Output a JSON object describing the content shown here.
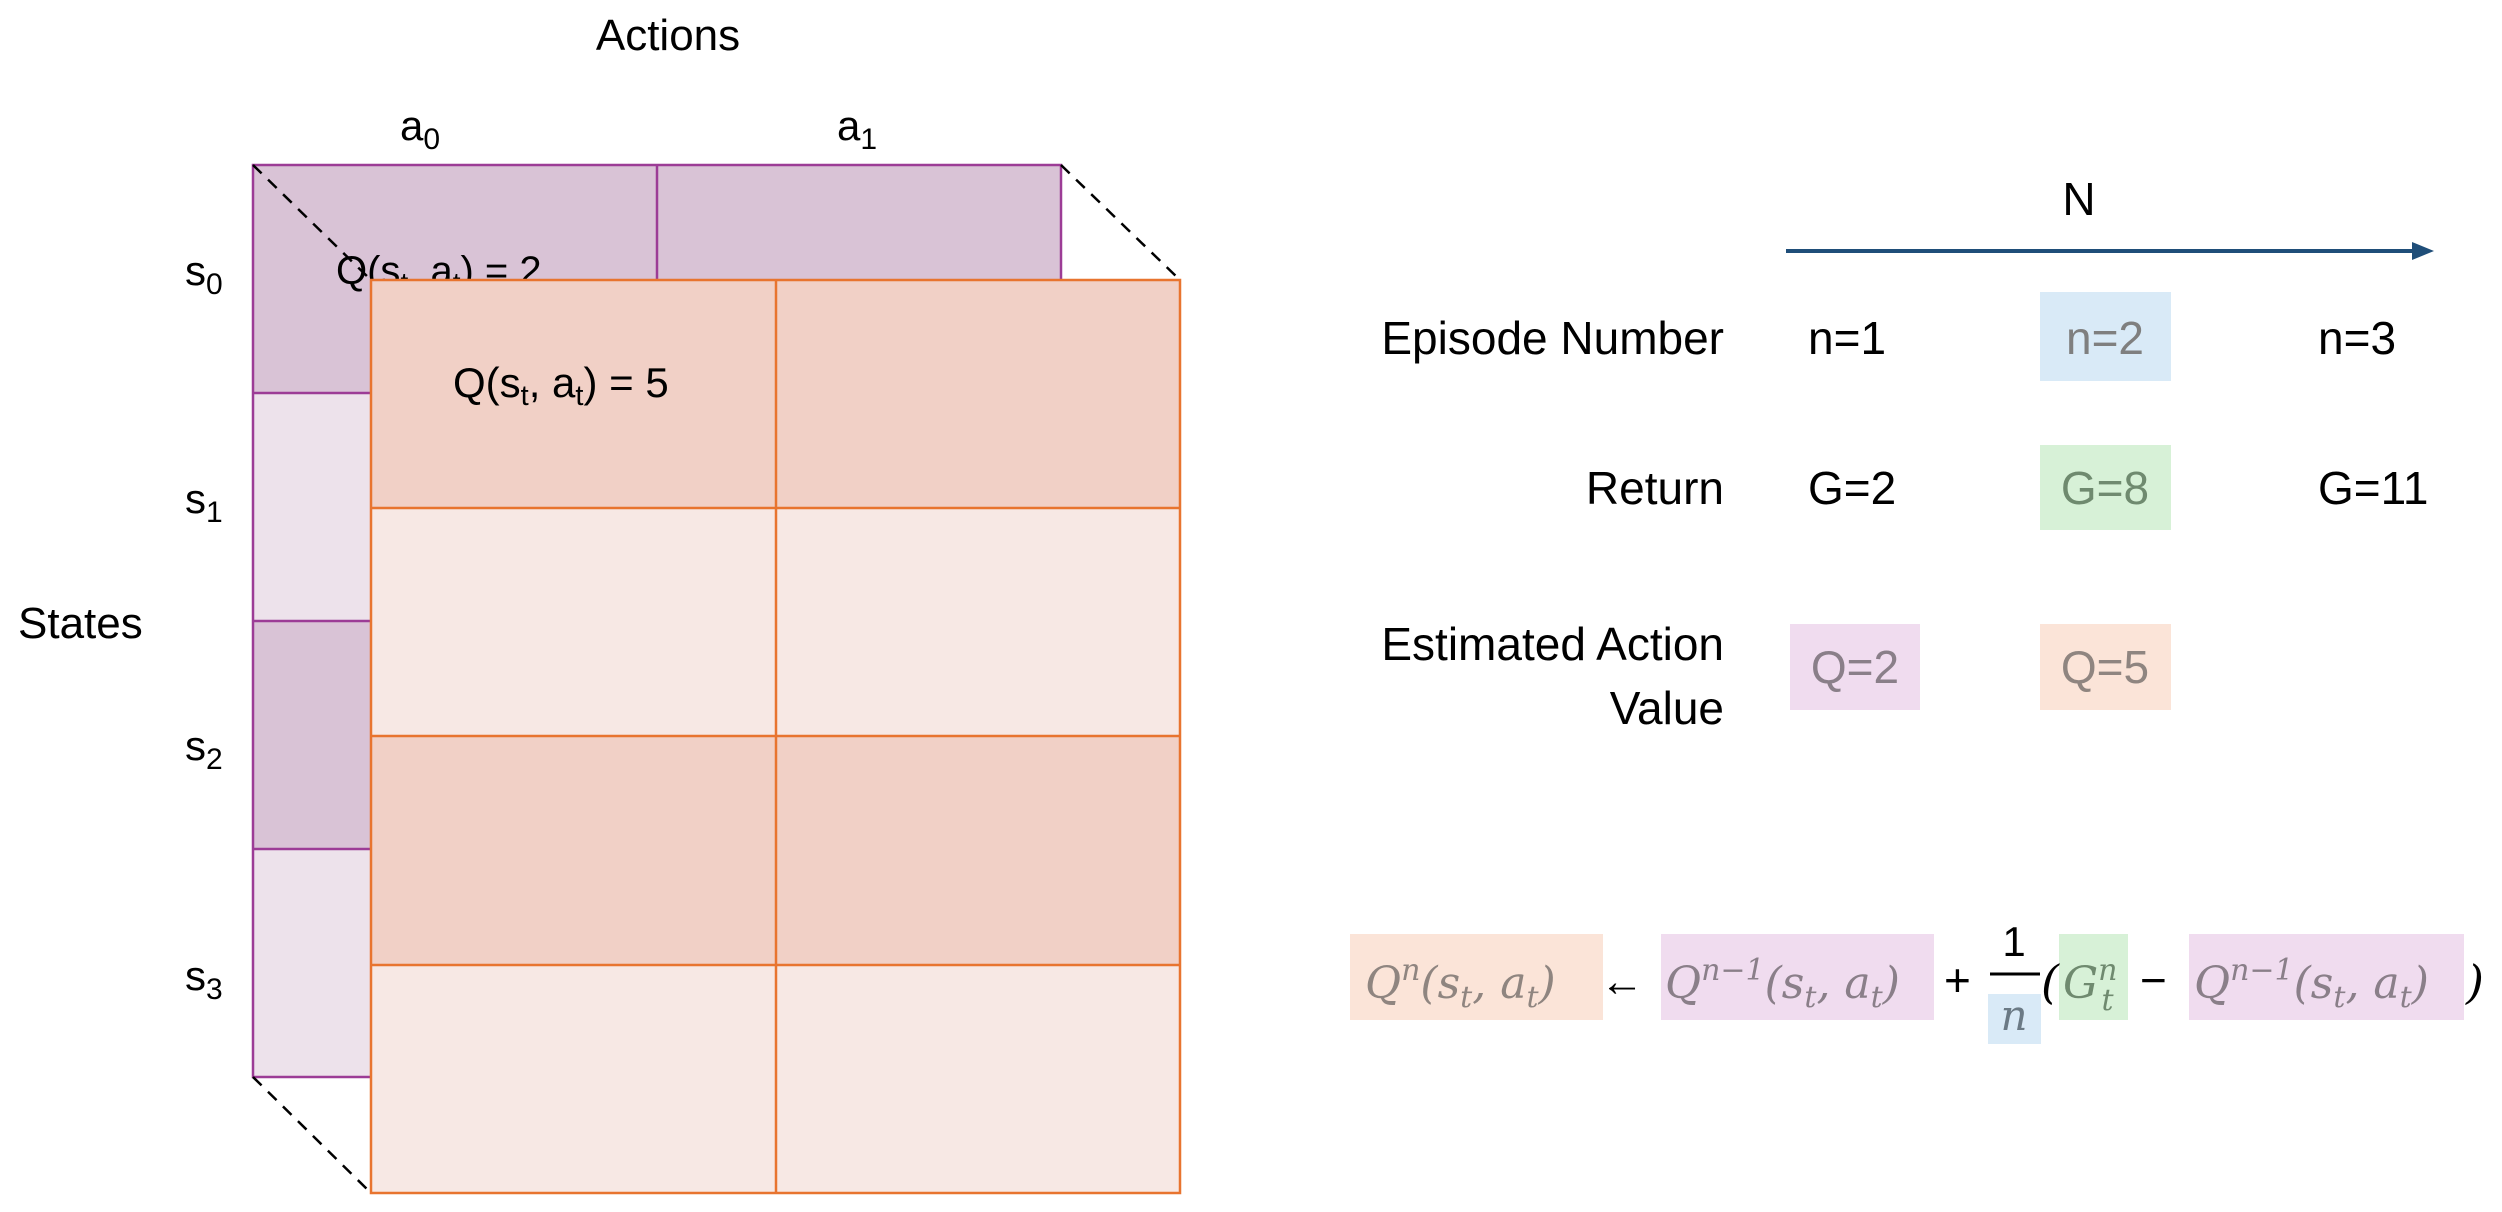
{
  "axes": {
    "actions_title": "Actions",
    "states_title": "States",
    "action_labels": [
      {
        "base": "a",
        "sub": "0"
      },
      {
        "base": "a",
        "sub": "1"
      }
    ],
    "state_labels": [
      {
        "base": "s",
        "sub": "0"
      },
      {
        "base": "s",
        "sub": "1"
      },
      {
        "base": "s",
        "sub": "2"
      },
      {
        "base": "s",
        "sub": "3"
      }
    ]
  },
  "back_table": {
    "cell_text": {
      "pre": "Q(s",
      "sub1": "t",
      "mid": ", a",
      "sub2": "t",
      "post": ") = 2"
    },
    "color_dark": "#d9c3d6",
    "color_light": "#ede2eb",
    "border": "#9c3c96"
  },
  "front_table": {
    "cell_text": {
      "pre": "Q(s",
      "sub1": "t",
      "mid": ", a",
      "sub2": "t",
      "post": ") = 5"
    },
    "color_dark": "#f1d0c6",
    "color_light": "#f7e8e4",
    "border": "#e8742f"
  },
  "timeline": {
    "axis_label": "N",
    "arrow_color": "#1f4e79",
    "rows": [
      {
        "label": "Episode Number",
        "values": [
          "n=1",
          "n=2",
          "n=3"
        ]
      },
      {
        "label": "Return",
        "values": [
          "G=2",
          "G=8",
          "G=11"
        ]
      },
      {
        "label_lines": [
          "Estimated Action",
          "Value"
        ],
        "values": [
          "Q=2",
          "Q=5"
        ]
      }
    ]
  },
  "highlight_colors": {
    "blue": "#d9eaf7",
    "green": "#d7f1d7",
    "purple": "#f0dcef",
    "peach": "#fbe4d8"
  },
  "equation": {
    "lhs": {
      "Q": "Q",
      "sup": "n",
      "args": "(s",
      "s_sub": "t",
      "comma": ", a",
      "a_sub": "t",
      "close": ")"
    },
    "arrow": "←",
    "term1": {
      "Q": "Q",
      "sup": "n−1",
      "args": "(s",
      "s_sub": "t",
      "comma": ", a",
      "a_sub": "t",
      "close": ")"
    },
    "plus": "+",
    "frac_num": "1",
    "frac_den": "n",
    "open_paren": "(",
    "G": {
      "G": "G",
      "sup": "n",
      "sub": "t"
    },
    "minus": "−",
    "term2": {
      "Q": "Q",
      "sup": "n−1",
      "args": "(s",
      "s_sub": "t",
      "comma": ", a",
      "a_sub": "t",
      "close": ")"
    },
    "close_paren": ")"
  }
}
